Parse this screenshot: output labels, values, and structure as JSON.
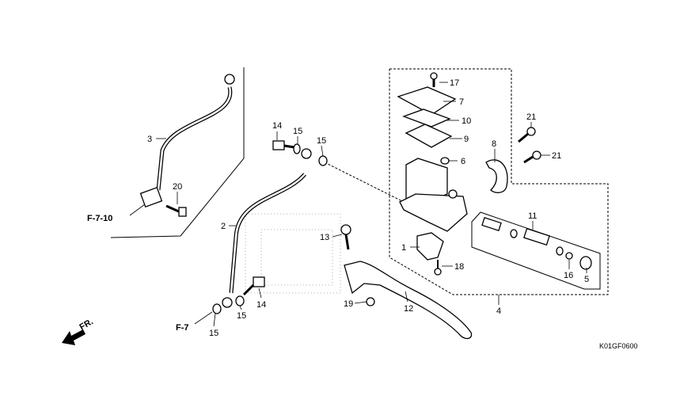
{
  "diagram": {
    "code": "K01GF0600",
    "front_marker": "FR.",
    "refs": {
      "f710": "F-7-10",
      "f7": "F-7"
    },
    "callouts": {
      "c1": "1",
      "c2": "2",
      "c3": "3",
      "c4": "4",
      "c5": "5",
      "c6": "6",
      "c7": "7",
      "c8": "8",
      "c9": "9",
      "c10": "10",
      "c11": "11",
      "c12": "12",
      "c13": "13",
      "c14a": "14",
      "c14b": "14",
      "c15a": "15",
      "c15b": "15",
      "c15c": "15",
      "c15d": "15",
      "c16": "16",
      "c17": "17",
      "c18": "18",
      "c19": "19",
      "c20": "20",
      "c21a": "21",
      "c21b": "21"
    }
  }
}
